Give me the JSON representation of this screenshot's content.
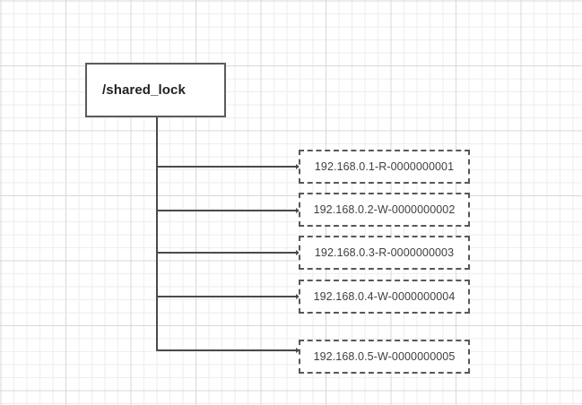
{
  "diagram": {
    "type": "tree",
    "canvas": {
      "grid": "graph-paper",
      "background_color": "#ffffff",
      "minor_grid_color": "#eeeeee",
      "major_grid_color": "#d8d8d8"
    },
    "root": {
      "label": "/shared_lock",
      "border_style": "solid",
      "border_color": "#5a5a5f",
      "text_color": "#222226"
    },
    "connector": {
      "color": "#4a4a4e",
      "style": "orthogonal",
      "arrowhead": "small-triangle"
    },
    "children": [
      {
        "label": "192.168.0.1-R-0000000001",
        "ip": "192.168.0.1",
        "mode": "R",
        "sequence": "0000000001",
        "border_style": "dashed"
      },
      {
        "label": "192.168.0.2-W-0000000002",
        "ip": "192.168.0.2",
        "mode": "W",
        "sequence": "0000000002",
        "border_style": "dashed"
      },
      {
        "label": "192.168.0.3-R-0000000003",
        "ip": "192.168.0.3",
        "mode": "R",
        "sequence": "0000000003",
        "border_style": "dashed"
      },
      {
        "label": "192.168.0.4-W-0000000004",
        "ip": "192.168.0.4",
        "mode": "W",
        "sequence": "0000000004",
        "border_style": "dashed"
      },
      {
        "label": "192.168.0.5-W-0000000005",
        "ip": "192.168.0.5",
        "mode": "W",
        "sequence": "0000000005",
        "border_style": "dashed"
      }
    ]
  }
}
